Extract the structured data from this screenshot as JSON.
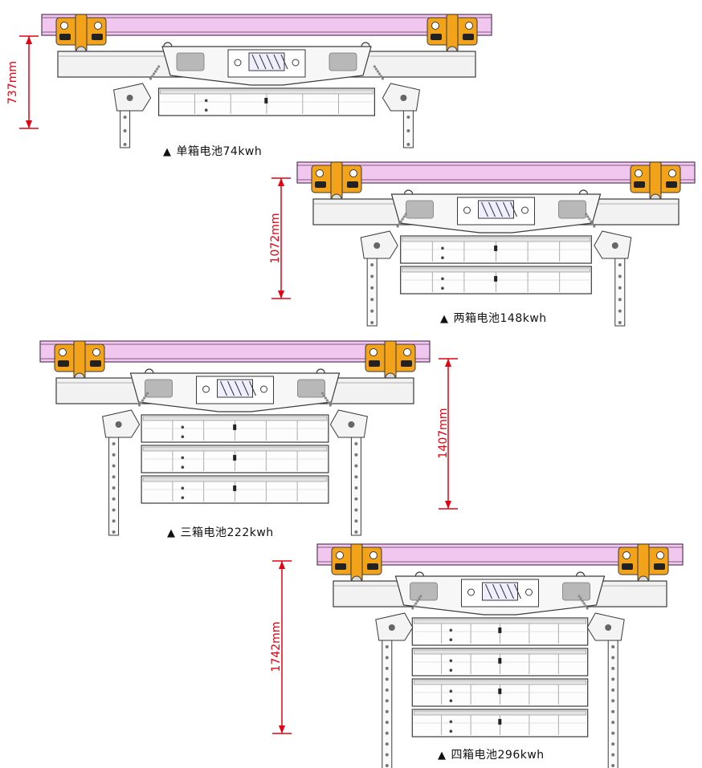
{
  "units": [
    {
      "boxes": 1,
      "dimension": "737mm",
      "caption": "单箱电池74kwh"
    },
    {
      "boxes": 2,
      "dimension": "1072mm",
      "caption": "两箱电池148kwh"
    },
    {
      "boxes": 3,
      "dimension": "1407mm",
      "caption": "三箱电池222kwh"
    },
    {
      "boxes": 4,
      "dimension": "1742mm",
      "caption": "四箱电池296kwh"
    }
  ],
  "caption_marker": "▲",
  "colors": {
    "rail": "#f1c6ef",
    "rail_edge": "#5a3a5a",
    "trolley": "#f2a31a",
    "frame": "#f2f2f2",
    "outline": "#3a3a3a",
    "dimension": "#e60012",
    "panel": "#b8b8b8"
  }
}
